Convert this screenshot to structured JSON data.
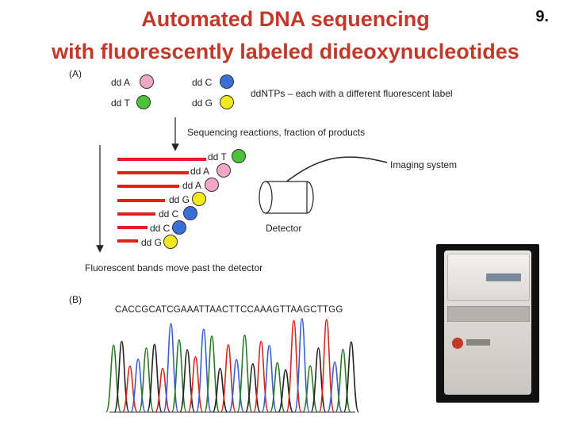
{
  "slide": {
    "number": "9.",
    "title_line1": "Automated DNA sequencing",
    "title_line2": "with fluorescently labeled dideoxynucleotides"
  },
  "panel_a": {
    "label": "(A)",
    "ddntps": [
      {
        "name": "dd A",
        "color": "#f4a6c8"
      },
      {
        "name": "dd C",
        "color": "#3a6fd8"
      },
      {
        "name": "dd T",
        "color": "#4cc23a"
      },
      {
        "name": "dd G",
        "color": "#f2ea1e"
      }
    ],
    "ddntps_caption": "ddNTPs – each with a different fluorescent label",
    "reactions_caption": "Sequencing reactions, fraction of products",
    "products": [
      {
        "label": "dd T",
        "color": "#4cc23a"
      },
      {
        "label": "dd A",
        "color": "#f4a6c8"
      },
      {
        "label": "dd A",
        "color": "#f4a6c8"
      },
      {
        "label": "dd G",
        "color": "#f2ea1e"
      },
      {
        "label": "dd C",
        "color": "#3a6fd8"
      },
      {
        "label": "dd C",
        "color": "#3a6fd8"
      },
      {
        "label": "dd G",
        "color": "#f2ea1e"
      }
    ],
    "bar_color": "#e0201c",
    "imaging_label": "Imaging system",
    "detector_label": "Detector",
    "bands_caption": "Fluorescent bands move past the detector"
  },
  "panel_b": {
    "label": "(B)",
    "sequence": "CACCGCATCGAAATTAACTTCCAAAGTTAAGCTTGG",
    "trace_colors": [
      "#2a7a2a",
      "#222222",
      "#d4281c",
      "#3a5fd0"
    ]
  }
}
